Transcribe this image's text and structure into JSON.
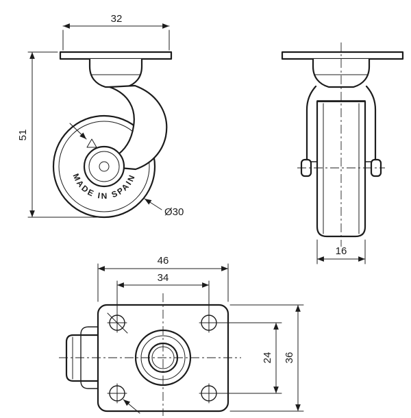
{
  "dimensions": {
    "top_width": "32",
    "overall_height": "51",
    "wheel_diameter": "Ø30",
    "wheel_width": "16",
    "plate_length": "46",
    "hole_pitch_length": "34",
    "hole_pitch_width": "24",
    "plate_width": "36"
  },
  "wheel_marking": "MADE IN SPAIN",
  "colors": {
    "line": "#1c1c1c",
    "background": "#ffffff"
  }
}
